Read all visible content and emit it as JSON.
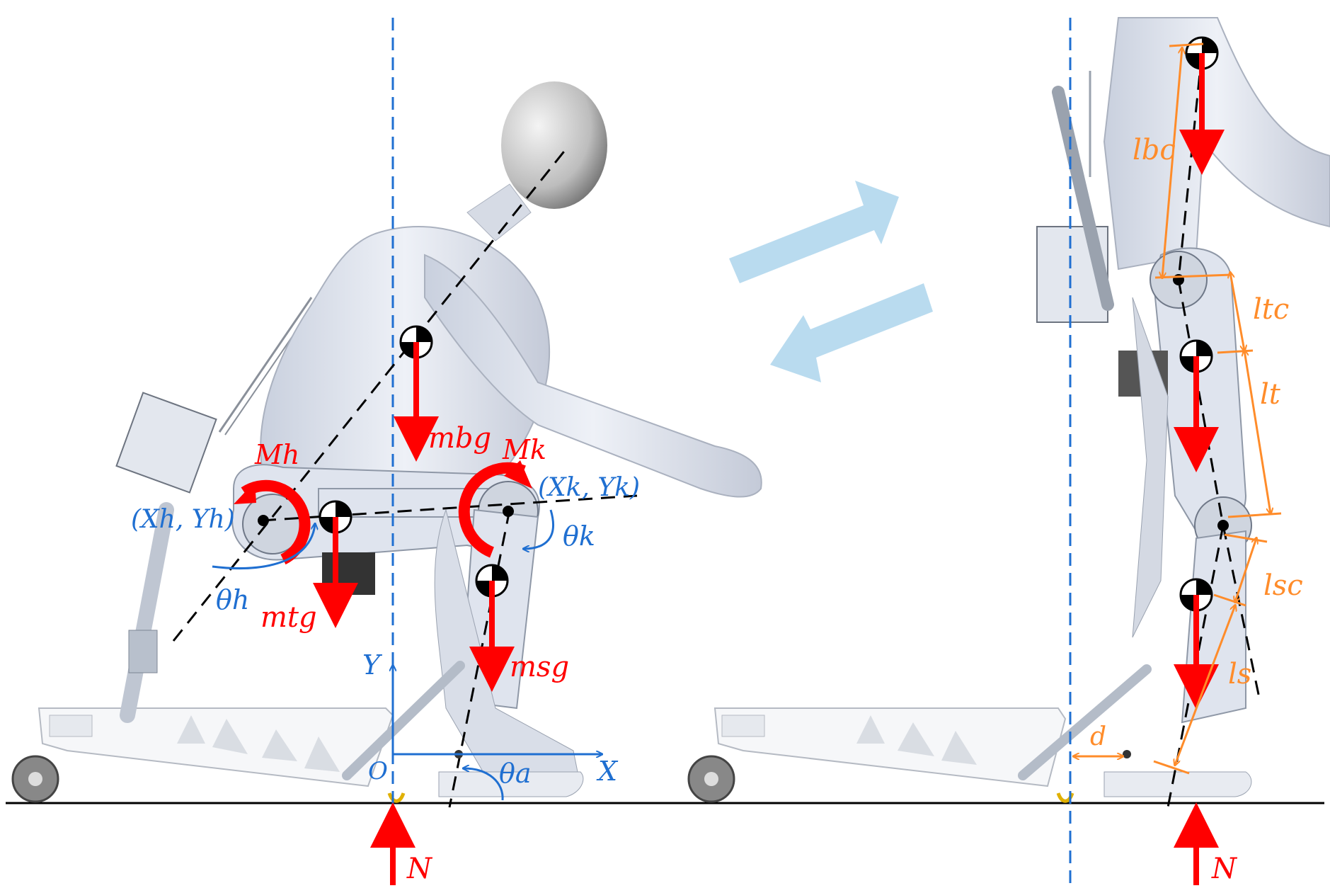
{
  "colors": {
    "force": "#ff0000",
    "axis": "#1f6fd1",
    "length": "#ff8c2a",
    "swap_arrows": "#b9dbef",
    "body": "#dde3ee",
    "frame": "#cfd4dc"
  },
  "left_view": {
    "forces": {
      "body_weight": "mbg",
      "thigh_weight": "mtg",
      "shank_weight": "msg",
      "ground_reaction": "N"
    },
    "moments": {
      "hip": "Mh",
      "knee": "Mk"
    },
    "points": {
      "hip": "(Xh, Yh)",
      "knee": "(Xk, Yk)",
      "origin": "O"
    },
    "angles": {
      "hip": "θh",
      "knee": "θk",
      "ankle": "θa"
    },
    "axes": {
      "x": "X",
      "y": "Y"
    }
  },
  "right_view": {
    "lengths": {
      "body_com": "lbc",
      "thigh_com": "ltc",
      "thigh": "lt",
      "shank_com": "lsc",
      "shank": "ls",
      "offset": "d"
    },
    "forces": {
      "ground_reaction": "N"
    }
  },
  "icons": {
    "transition_forward": "arrow-right-up-icon",
    "transition_back": "arrow-left-down-icon",
    "com_marker": "center-of-mass-icon",
    "moment_arrow": "curved-arrow-icon"
  }
}
